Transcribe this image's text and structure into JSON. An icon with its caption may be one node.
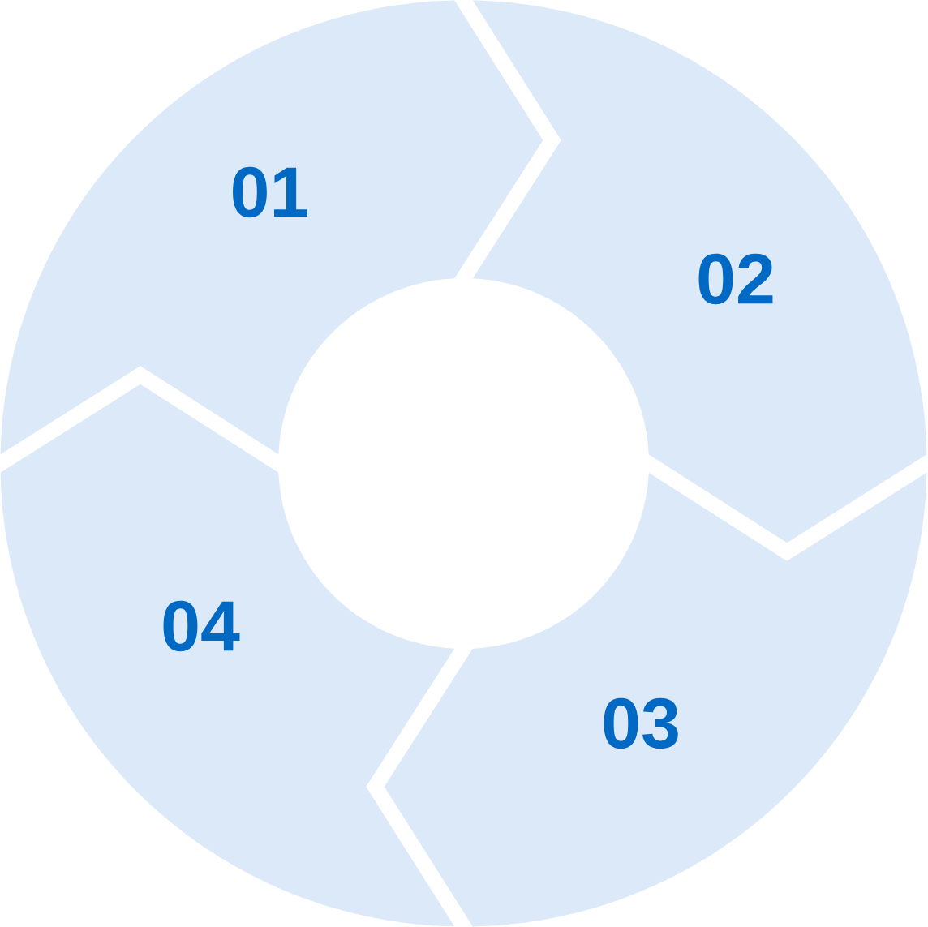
{
  "diagram": {
    "nodes": [
      {
        "text": [
          "01"
        ]
      },
      {
        "text": [
          "02"
        ]
      },
      {
        "text": [
          "03"
        ]
      },
      {
        "text": [
          "04"
        ]
      }
    ]
  }
}
